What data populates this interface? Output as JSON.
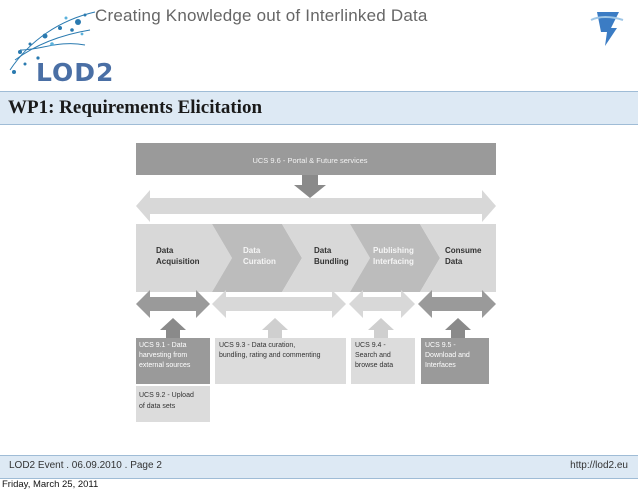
{
  "header": {
    "tagline": "Creating Knowledge out of Interlinked Data",
    "logo_text": "LOD2",
    "partner_logo": "7 Seventh Framework Programme"
  },
  "slide": {
    "title": "WP1: Requirements Elicitation"
  },
  "diagram": {
    "top_bar": "UCS 9.6 - Portal & Future services",
    "stages": [
      {
        "line1": "Data",
        "line2": "Acquisition"
      },
      {
        "line1": "Data",
        "line2": "Curation"
      },
      {
        "line1": "Data",
        "line2": "Bundling"
      },
      {
        "line1": "Publishing",
        "line2": "Interfacing"
      },
      {
        "line1": "Consume",
        "line2": "Data"
      }
    ],
    "boxes": [
      {
        "line1": "UCS 9.1 - Data",
        "line2": "harvesting from",
        "line3": "external sources"
      },
      {
        "line1": "UCS 9.2 - Upload",
        "line2": "of data sets"
      },
      {
        "line1": "UCS 9.3 - Data curation,",
        "line2": "bundling, rating and commenting"
      },
      {
        "line1": "UCS 9.4 -",
        "line2": "Search and",
        "line3": "browse data"
      },
      {
        "line1": "UCS 9.5 -",
        "line2": "Download and",
        "line3": "Interfaces"
      }
    ]
  },
  "footer": {
    "left": "LOD2 Event  .  06.09.2010  .  Page  2",
    "right": "http://lod2.eu"
  },
  "caption": "Friday, March 25, 2011",
  "colors": {
    "band": "#dde9f4",
    "band_border": "#9fbcd6",
    "dark_grey": "#9a9a9a",
    "mid_grey": "#b8b8b8",
    "light_grey": "#d8d8d8"
  }
}
